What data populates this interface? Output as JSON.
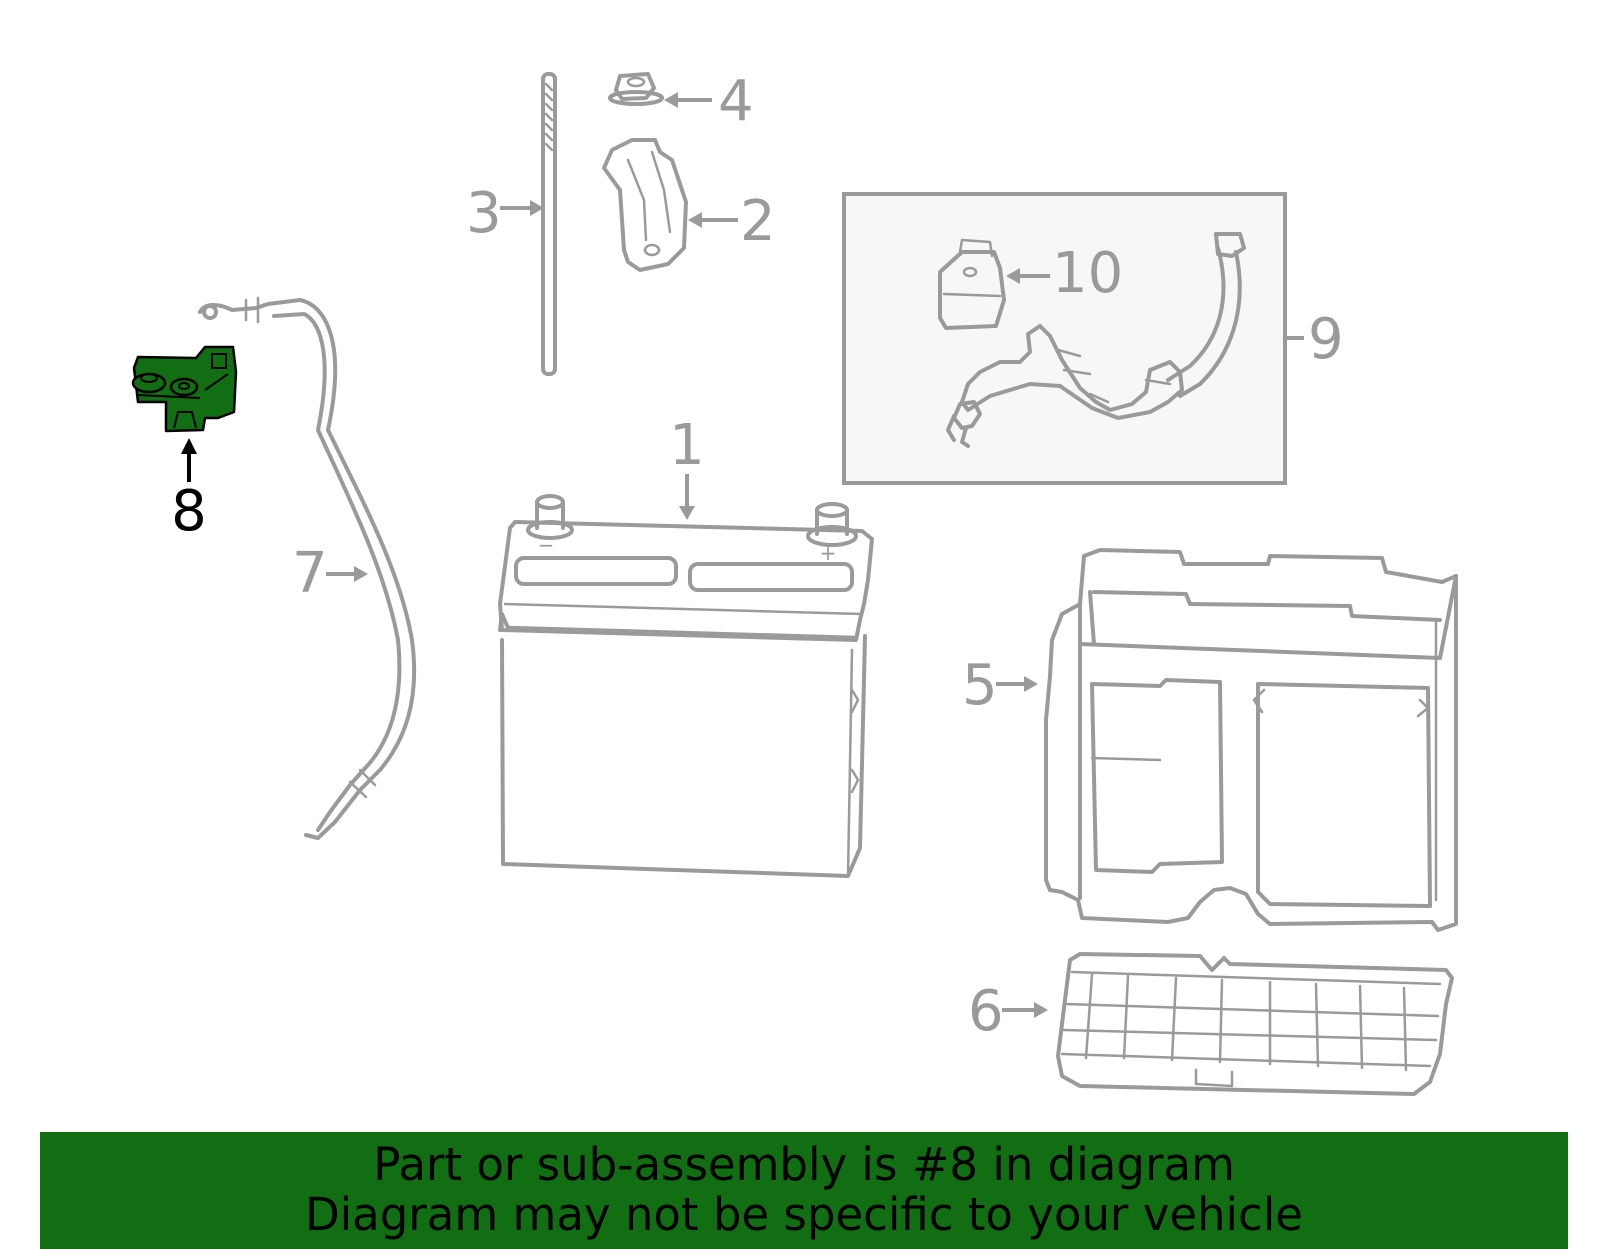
{
  "diagram": {
    "colors": {
      "part": "#9a9a9a",
      "highlight": "#126e12",
      "highlight_text": "#000000",
      "panel_bg": "#f7f7f7"
    },
    "callouts": [
      {
        "id": "1",
        "label": "1",
        "part": "battery"
      },
      {
        "id": "2",
        "label": "2",
        "part": "hold-down-bracket"
      },
      {
        "id": "3",
        "label": "3",
        "part": "hold-down-rod"
      },
      {
        "id": "4",
        "label": "4",
        "part": "nut"
      },
      {
        "id": "5",
        "label": "5",
        "part": "battery-tray"
      },
      {
        "id": "6",
        "label": "6",
        "part": "tray-base"
      },
      {
        "id": "7",
        "label": "7",
        "part": "negative-cable"
      },
      {
        "id": "8",
        "label": "8",
        "part": "terminal-clamp",
        "highlighted": true
      },
      {
        "id": "9",
        "label": "9",
        "part": "positive-cable-kit"
      },
      {
        "id": "10",
        "label": "10",
        "part": "terminal-cover"
      }
    ],
    "battery_markings": {
      "negative": "−",
      "positive": "+"
    }
  },
  "banner": {
    "line1": "Part or sub-assembly is #8 in diagram",
    "line2": "Diagram may not be specific to your vehicle"
  }
}
